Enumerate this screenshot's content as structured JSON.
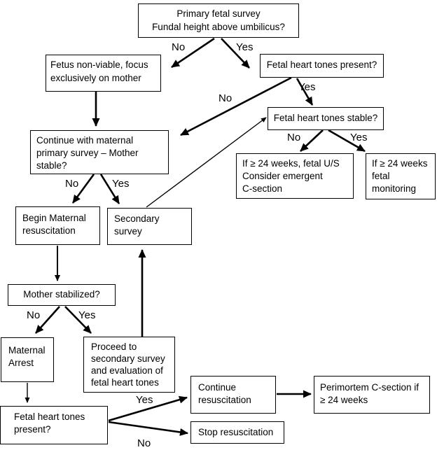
{
  "diagram": {
    "type": "flowchart",
    "topic": "Fetal / maternal trauma resuscitation decision algorithm",
    "colors": {
      "line": "#000000",
      "box_border": "#000000",
      "box_bg": "#ffffff",
      "background": "#ffffff",
      "text": "#000000"
    },
    "nodes": {
      "primary": {
        "text": "Primary fetal survey\nFundal height above umbilicus?"
      },
      "non_viable": {
        "text": "Fetus non-viable, focus\nexclusively on mother"
      },
      "fht_present": {
        "text": "Fetal heart tones present?"
      },
      "fht_stable": {
        "text": "Fetal heart tones stable?"
      },
      "continue_maternal": {
        "text": "Continue with maternal\nprimary survey – Mother\nstable?"
      },
      "us_csection": {
        "text": "If ≥ 24 weeks, fetal U/S\nConsider emergent\nC-section"
      },
      "fetal_monitoring": {
        "text": "If ≥ 24 weeks\nfetal\nmonitoring"
      },
      "begin_resusc": {
        "text": "Begin Maternal\nresuscitation"
      },
      "secondary_survey": {
        "text": "Secondary\nsurvey"
      },
      "mother_stabilized": {
        "text": "Mother stabilized?"
      },
      "maternal_arrest": {
        "text": "Maternal\nArrest"
      },
      "proceed": {
        "text": "Proceed to\nsecondary survey\nand evaluation of\nfetal heart tones"
      },
      "fht_present2": {
        "text": "Fetal heart tones\npresent?"
      },
      "continue_resusc": {
        "text": "Continue\nresuscitation"
      },
      "stop_resusc": {
        "text": "Stop resuscitation"
      },
      "perimortem": {
        "text": "Perimortem C-section if\n≥ 24 weeks"
      }
    },
    "edge_labels": {
      "primary_no": "No",
      "primary_yes": "Yes",
      "fhtp_no": "No",
      "fhtp_yes": "Yes",
      "fhts_no": "No",
      "fhts_yes": "Yes",
      "cm_no": "No",
      "cm_yes": "Yes",
      "ms_no": "No",
      "ms_yes": "Yes",
      "fht2_yes": "Yes",
      "fht2_no": "No"
    }
  }
}
